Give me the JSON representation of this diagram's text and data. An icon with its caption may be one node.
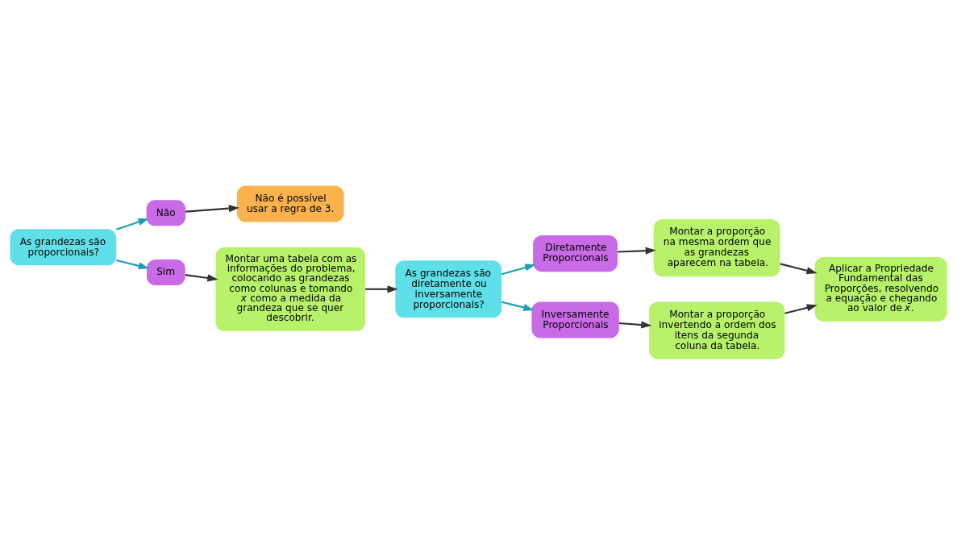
{
  "diagram": {
    "nodes": [
      {
        "text": [
          "As grandezas são proporcionais?"
        ]
      },
      {
        "text": [
          "Não"
        ]
      },
      {
        "text": [
          "Não é possível usar a regra de 3."
        ]
      },
      {
        "text": [
          "Sim"
        ]
      },
      {
        "text": [
          "Montar uma tabela com as informações do problema, colocando as grandezas como colunas e tomando *x* como a medida da grandeza que se quer descobrir."
        ]
      },
      {
        "text": [
          "As grandezas são diretamente ou inversamente proporcionais?"
        ]
      },
      {
        "text": [
          "Diretamente Proporcionais"
        ]
      },
      {
        "text": [
          "Montar a proporção na mesma ordem que as grandezas aparecem na tabela."
        ]
      },
      {
        "text": [
          "Inversamente Proporcionais"
        ]
      },
      {
        "text": [
          "Montar a proporção invertendo a ordem dos itens da segunda coluna da tabela."
        ]
      },
      {
        "text": [
          "Aplicar a Propriedade Fundamental das Proporções, resolvendo a equação e chegando ao valor de *x*."
        ]
      }
    ],
    "edges": [
      {
        "from": 0,
        "to": 1,
        "arrow": "to",
        "color": "#1a9fb5"
      },
      {
        "from": 1,
        "to": 2,
        "arrow": "to"
      },
      {
        "from": 0,
        "to": 3,
        "arrow": "to",
        "color": "#1a9fb5"
      },
      {
        "from": 3,
        "to": 4,
        "arrow": "to"
      },
      {
        "from": 4,
        "to": 5,
        "arrow": "to"
      },
      {
        "from": 5,
        "to": 6,
        "arrow": "to",
        "color": "#1a9fb5"
      },
      {
        "from": 5,
        "to": 8,
        "arrow": "to",
        "color": "#1a9fb5"
      },
      {
        "from": 6,
        "to": 7,
        "arrow": "to"
      },
      {
        "from": 7,
        "to": 10,
        "arrow": "to"
      },
      {
        "from": 8,
        "to": 9,
        "arrow": "to"
      },
      {
        "from": 9,
        "to": 10,
        "arrow": "to"
      }
    ]
  }
}
